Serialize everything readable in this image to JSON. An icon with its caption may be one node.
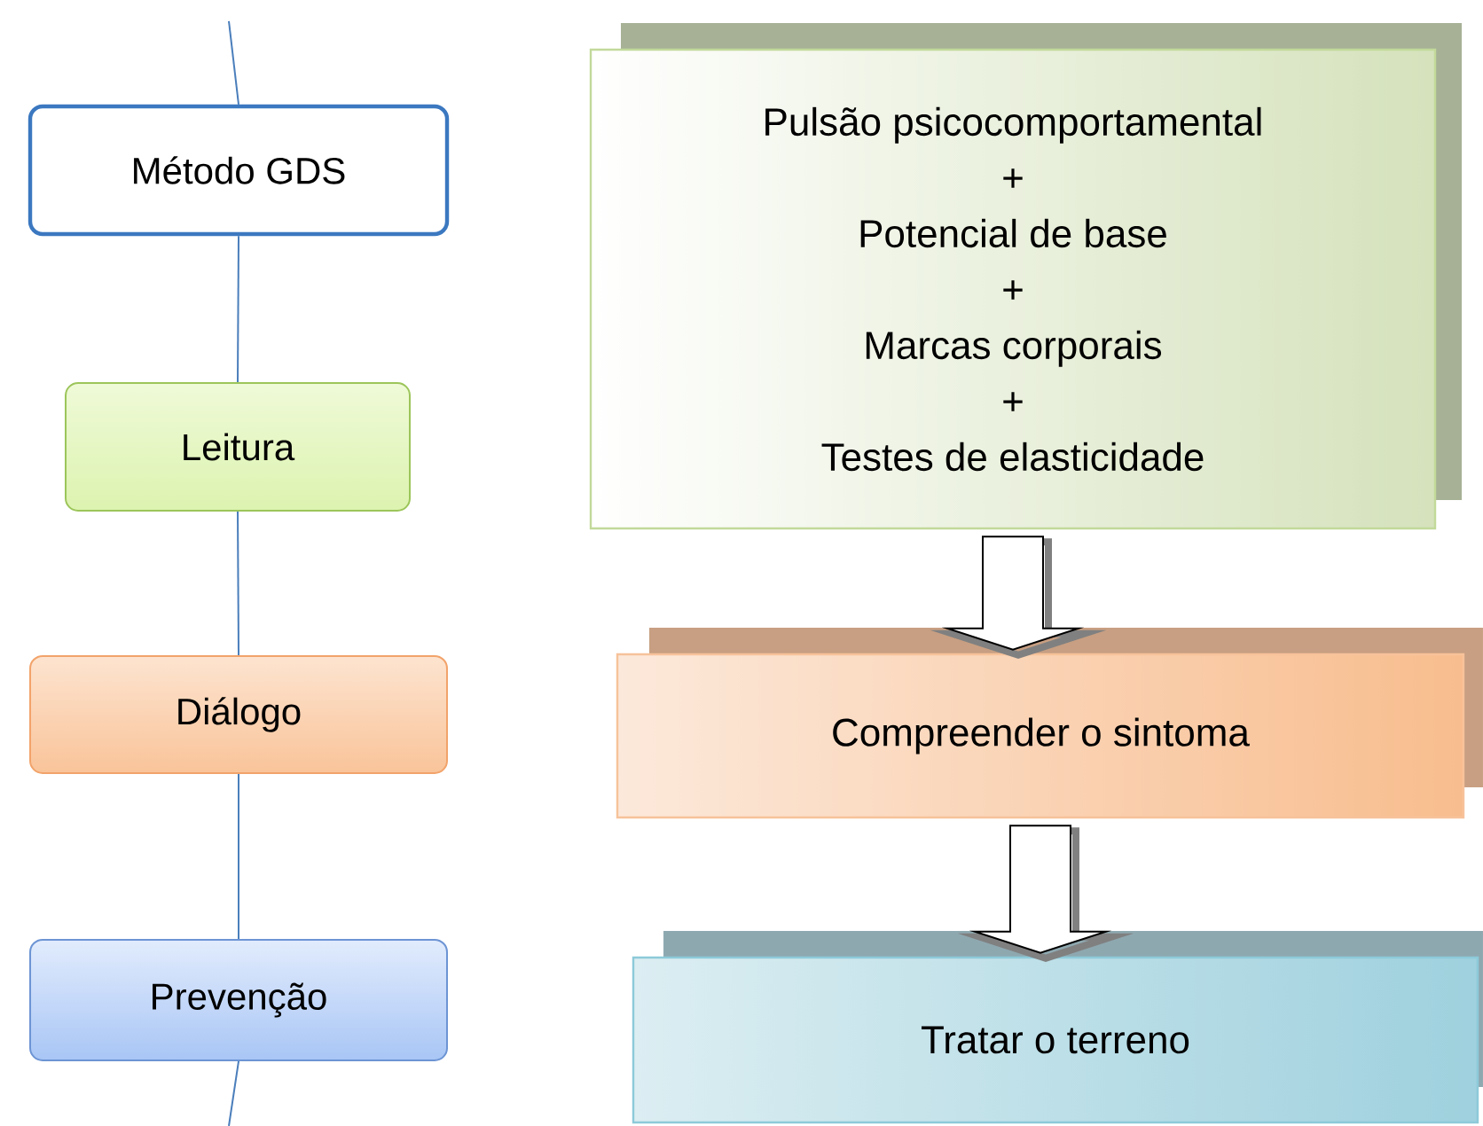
{
  "diagram": {
    "nodes": [
      {
        "text": [
          "Método GDS"
        ]
      },
      {
        "text": [
          "Leitura"
        ]
      },
      {
        "text": [
          "Diálogo"
        ]
      },
      {
        "text": [
          "Prevenção"
        ]
      },
      {
        "text": [
          "Pulsão psicocomportamental",
          "+",
          "Potencial de base",
          "+",
          "Marcas corporais",
          "+",
          "Testes de elasticidade"
        ]
      },
      {
        "text": [
          "Compreender o sintoma"
        ]
      },
      {
        "text": [
          "Tratar o terreno"
        ]
      }
    ],
    "edges": [
      {
        "from": null,
        "to": 0,
        "arrow": "none"
      },
      {
        "from": 0,
        "to": 1,
        "arrow": "none"
      },
      {
        "from": 1,
        "to": 2,
        "arrow": "none"
      },
      {
        "from": 2,
        "to": 3,
        "arrow": "none"
      },
      {
        "from": 3,
        "to": null,
        "arrow": "none"
      },
      {
        "from": 4,
        "to": 5,
        "arrow": "to"
      },
      {
        "from": 5,
        "to": 6,
        "arrow": "to"
      }
    ]
  }
}
